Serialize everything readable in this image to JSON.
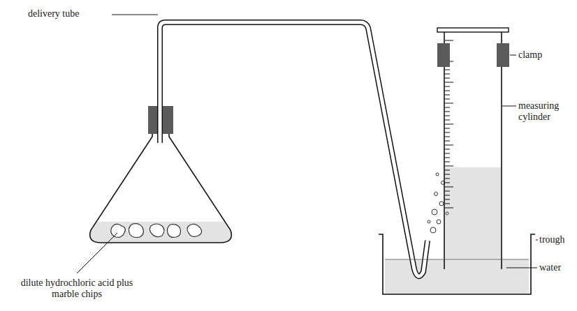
{
  "diagram": {
    "labels": [
      "delivery tube",
      "clamp",
      "measuring cylinder",
      "trough",
      "water",
      "dilute hydrochloric acid plus marble chips"
    ]
  }
}
